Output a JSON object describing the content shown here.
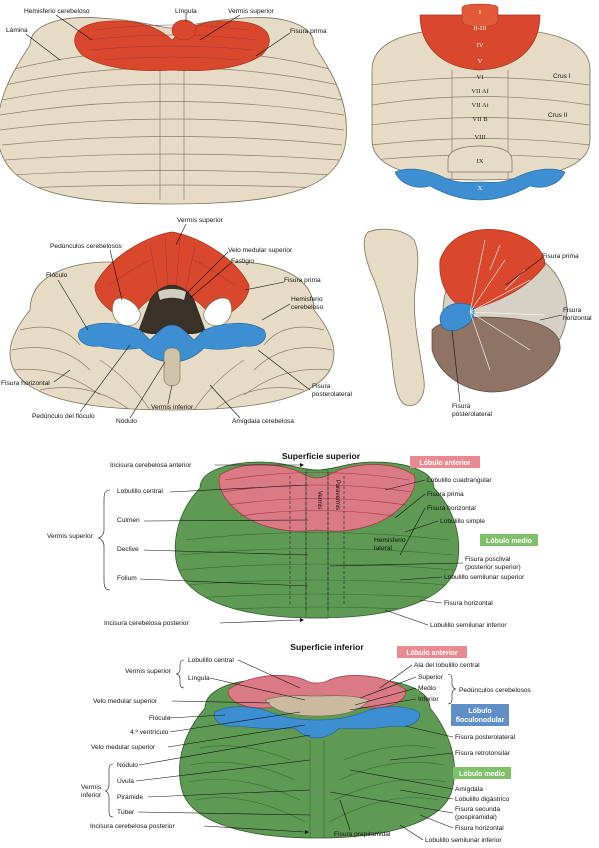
{
  "panel_a": {
    "hemisferio_cerebeloso": "Hemisferio cerebeloso",
    "lamina": "Lámina",
    "lingula": "Língula",
    "vermis_superior": "Vermis superior",
    "fisura_prima": "Fisura prima"
  },
  "panel_b": {
    "romans": [
      "I",
      "II-III",
      "IV",
      "V",
      "VI",
      "VII Af",
      "VII At",
      "VII B",
      "VIII",
      "IX",
      "X"
    ],
    "crus_i": "Crus I",
    "crus_ii": "Crus II"
  },
  "panel_c": {
    "vermis_superior": "Vermis superior",
    "pedunculos_cerebelosos": "Pedúnculos cerebelosos",
    "velo_medular_superior": "Velo medular superior",
    "fastigio": "Fastigio",
    "floculo": "Flóculo",
    "fisura_prima": "Fisura prima",
    "hemisferio_cerebeloso": "Hemisferio cerebeloso",
    "fisura_horizontal": "Fisura horizontal",
    "pedunculo_del_floculo": "Pedúnculo del flóculo",
    "nodulo": "Nódulo",
    "vermis_inferior": "Vermis inferior",
    "amigdala_cerebelosa": "Amígdala cerebelosa",
    "fisura_posterolateral": "Fisura posterolateral"
  },
  "panel_d": {
    "fisura_prima": "Fisura prima",
    "fisura_horizontal": "Fisura horizontal",
    "fisura_posterolateral": "Fisura posterolateral"
  },
  "superior": {
    "title": "Superficie superior",
    "incisura_anterior": "Incisura cerebelosa anterior",
    "vermis_superior": "Vermis superior",
    "lobulillo_central": "Lobulillo central",
    "culmen": "Culmen",
    "declive": "Declive",
    "folium": "Folium",
    "incisura_posterior": "Incisura cerebelosa posterior",
    "vermis_vertical": "Vermis",
    "paravermis_vertical": "Paravermis",
    "hemisferio_lateral": "Hemisferio lateral",
    "lobulo_anterior": "Lóbulo anterior",
    "lobulillo_cuadrangular": "Lobulillo cuadrangular",
    "fisura_prima": "Fisura prima",
    "fisura_horizontal": "Fisura horizontal",
    "lobulillo_simple": "Lobulillo simple",
    "lobulo_medio": "Lóbulo medio",
    "fisura_posclival": "Fisura posclival",
    "posterior_superior": "(posterior superior)",
    "lobulillo_semilunar_superior": "Lobulillo semilunar superior",
    "fisura_horizontal_2": "Fisura horizontal",
    "lobulillo_semilunar_inferior": "Lobulillo semilunar inferior"
  },
  "inferior": {
    "title": "Superficie inferior",
    "vermis_superior": "Vermis superior",
    "lobulillo_central": "Lobulillo central",
    "lingula": "Língula",
    "velo_medular_superior": "Velo medular superior",
    "floculo": "Flóculo",
    "cuarto_ventriculo": "4.º ventrículo",
    "velo_medular_superior_2": "Velo medular superior",
    "vermis_inferior": "Vermis inferior",
    "nodulo": "Nódulo",
    "uvula": "Úvula",
    "piramide": "Pirámide",
    "tuber": "Túber",
    "incisura_posterior": "Incisura cerebelosa posterior",
    "fisura_prepiramidal": "Fisura prepiramidal",
    "lobulo_anterior": "Lóbulo anterior",
    "ala_lobulillo_central": "Ala del lobulillo central",
    "superior": "Superior",
    "medio": "Medio",
    "inferior": "Inferior",
    "pedunculos_cerebelosos": "Pedúnculos cerebelosos",
    "lobulo_floculonodular": "Lóbulo floculonodular",
    "fisura_posterolateral": "Fisura posterolateral",
    "fisura_retrotonsilar": "Fisura retrotonsilar",
    "lobulo_medio": "Lóbulo medio",
    "amigdala": "Amígdala",
    "lobulillo_digastrico": "Lobulillo digástrico",
    "fisura_secunda": "Fisura secunda",
    "pospiramidal": "(pospiramidal)",
    "fisura_horizontal": "Fisura horizontal",
    "lobulillo_semilunar_inferior": "Lobulillo semilunar inferior"
  },
  "colors": {
    "anterior_red": "#d9482c",
    "floculo_blue": "#3d8fd1",
    "beige": "#e6dcc6",
    "green": "#5f9a55",
    "pink": "#d97a85",
    "box_red": "#e88a8f",
    "box_green": "#7fc06b",
    "box_blue": "#5e8fc6"
  }
}
